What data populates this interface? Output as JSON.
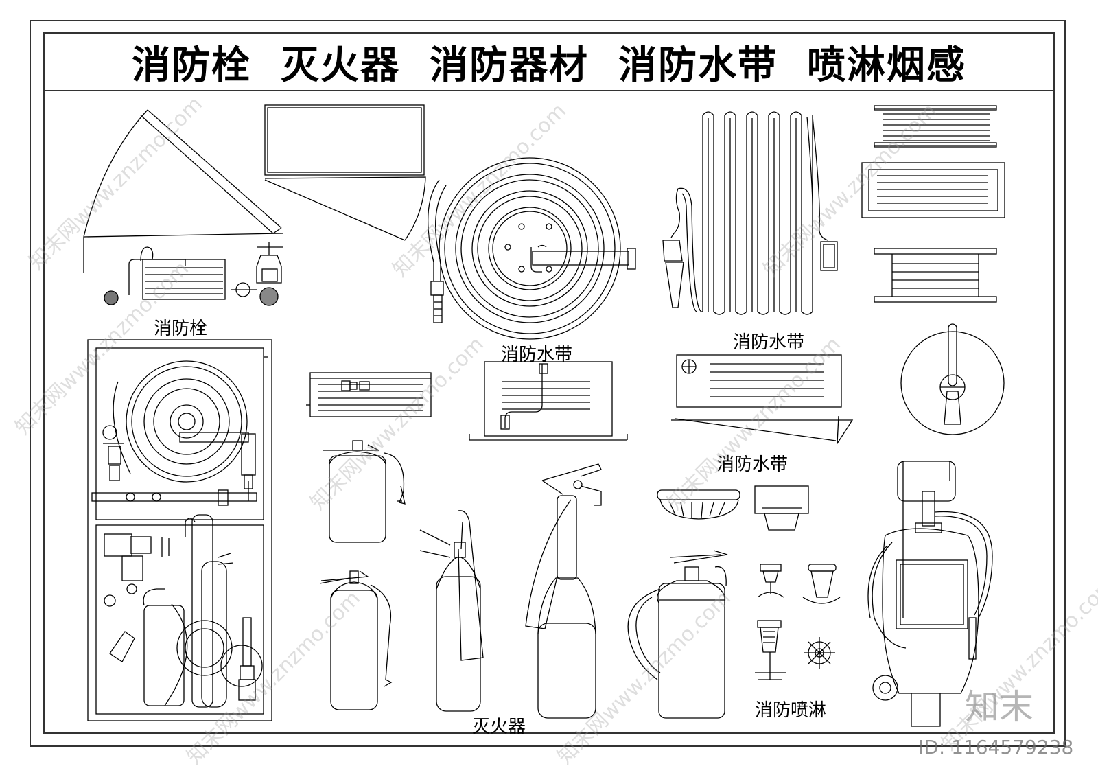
{
  "title": "消防栓  灭火器  消防器材  消防水带  喷淋烟感",
  "labels": {
    "hydrant": "消防栓",
    "hose_1": "消防水带",
    "hose_2": "消防水带",
    "hose_3": "消防水带",
    "extinguisher": "灭火器",
    "sprinkler": "消防喷淋"
  },
  "watermark": {
    "text": "知末网www.znzmo.com",
    "brand": "知末",
    "id": "ID: 1164579238"
  },
  "colors": {
    "line": "#000000",
    "frame": "#333333",
    "background": "#ffffff",
    "watermark": "#a0a0a0"
  }
}
